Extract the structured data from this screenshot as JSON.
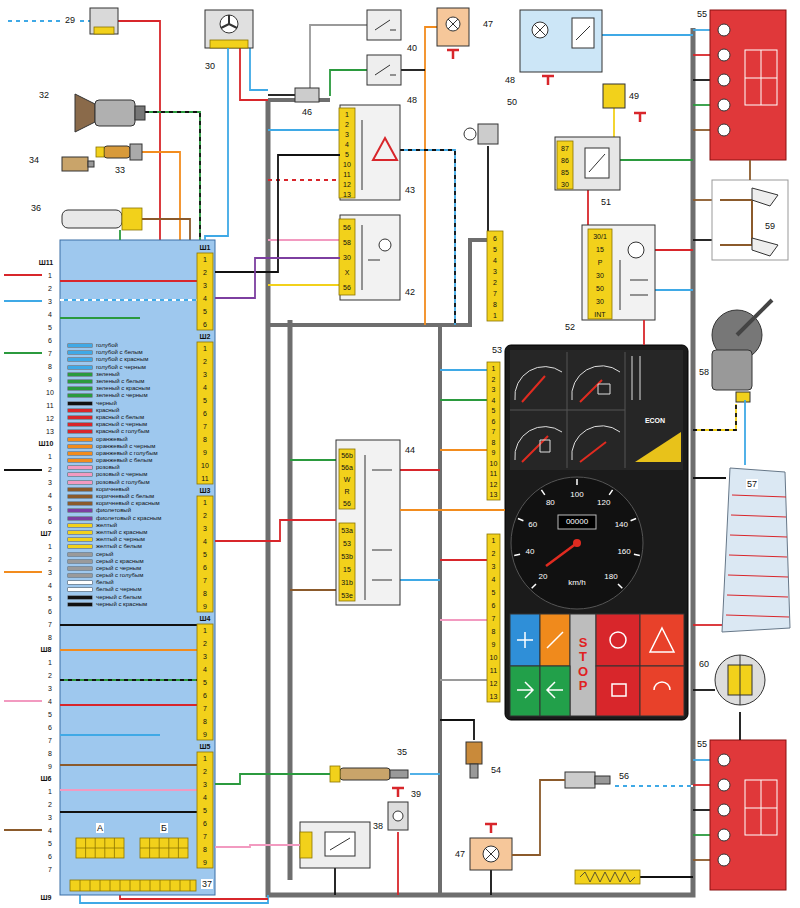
{
  "diagram": {
    "nodes": [
      {
        "text": [
          "29"
        ]
      },
      {
        "text": [
          "30"
        ]
      },
      {
        "text": [
          "40"
        ]
      },
      {
        "text": [
          "47"
        ]
      },
      {
        "text": [
          "48"
        ]
      },
      {
        "text": [
          "55"
        ]
      },
      {
        "text": [
          "32"
        ]
      },
      {
        "text": [
          "48"
        ]
      },
      {
        "text": [
          "46"
        ]
      },
      {
        "text": [
          "50"
        ]
      },
      {
        "text": [
          "49"
        ]
      },
      {
        "text": [
          "43"
        ]
      },
      {
        "text": [
          "34"
        ]
      },
      {
        "text": [
          "33"
        ]
      },
      {
        "text": [
          "51"
        ]
      },
      {
        "text": [
          "36"
        ]
      },
      {
        "text": [
          "59"
        ]
      },
      {
        "text": [
          "42"
        ]
      },
      {
        "text": [
          "37"
        ]
      },
      {
        "text": [
          "А"
        ],
        "in": 18
      },
      {
        "text": [
          "Б"
        ],
        "in": 18
      },
      {
        "text": [
          "52"
        ]
      },
      {
        "text": [
          "58"
        ]
      },
      {
        "text": [
          "53"
        ]
      },
      {
        "text": [
          "44"
        ]
      },
      {
        "text": [
          "57"
        ]
      },
      {
        "text": [
          "60"
        ]
      },
      {
        "text": [
          "55"
        ]
      },
      {
        "text": [
          "35"
        ]
      },
      {
        "text": [
          "54"
        ]
      },
      {
        "text": [
          "56"
        ]
      },
      {
        "text": [
          "39"
        ]
      },
      {
        "text": [
          "38"
        ]
      },
      {
        "text": [
          "47"
        ]
      }
    ],
    "edges": [
      {
        "from": 1,
        "to": 18,
        "arrow": "none"
      },
      {
        "from": 15,
        "to": 18,
        "arrow": "none"
      },
      {
        "from": 11,
        "to": 18,
        "arrow": "none"
      },
      {
        "from": 17,
        "to": 18,
        "arrow": "none"
      },
      {
        "from": 24,
        "to": 18,
        "arrow": "none"
      },
      {
        "from": 23,
        "to": 24,
        "arrow": "none"
      },
      {
        "from": 21,
        "to": 23,
        "arrow": "none"
      },
      {
        "from": 22,
        "to": 25,
        "arrow": "none"
      },
      {
        "from": 26,
        "to": 27,
        "arrow": "none"
      },
      {
        "from": 30,
        "to": 33,
        "arrow": "none"
      },
      {
        "from": 32,
        "to": 18,
        "arrow": "none"
      },
      {
        "from": 28,
        "to": 18,
        "arrow": "none"
      },
      {
        "from": 5,
        "to": 16,
        "arrow": "none"
      }
    ],
    "labels": [
      "Ш11",
      "1",
      "2",
      "3",
      "4",
      "5",
      "6",
      "7",
      "8",
      "9",
      "10",
      "11",
      "12",
      "13",
      "Ш10",
      "1",
      "2",
      "3",
      "4",
      "5",
      "6",
      "Ш7",
      "1",
      "2",
      "3",
      "4",
      "5",
      "6",
      "7",
      "8",
      "Ш8",
      "1",
      "2",
      "3",
      "4",
      "5",
      "6",
      "7",
      "8",
      "9",
      "Ш6",
      "1",
      "2",
      "3",
      "4",
      "5",
      "6",
      "7",
      "Ш9",
      "Ш1",
      "1",
      "2",
      "3",
      "4",
      "5",
      "6",
      "Ш2",
      "1",
      "2",
      "3",
      "4",
      "5",
      "6",
      "7",
      "8",
      "9",
      "10",
      "11",
      "Ш3",
      "1",
      "2",
      "3",
      "4",
      "5",
      "6",
      "7",
      "8",
      "9",
      "Ш4",
      "1",
      "2",
      "3",
      "4",
      "5",
      "6",
      "7",
      "8",
      "9",
      "Ш5",
      "1",
      "2",
      "3",
      "4",
      "5",
      "6",
      "7",
      "8",
      "9",
      "1",
      "2",
      "3",
      "4",
      "5",
      "10",
      "11",
      "12",
      "13",
      "56",
      "58",
      "30",
      "X",
      "56",
      "56b",
      "56a",
      "W",
      "R",
      "56",
      "53a",
      "53",
      "53b",
      "15",
      "31b",
      "53e",
      "6",
      "5",
      "4",
      "3",
      "2",
      "7",
      "8",
      "1",
      "30/1",
      "15",
      "P",
      "30",
      "50",
      "30",
      "INT",
      "87",
      "86",
      "85",
      "30",
      "1",
      "2",
      "3",
      "4",
      "5",
      "6",
      "7",
      "8",
      "9",
      "10",
      "11",
      "12",
      "13",
      "1",
      "2",
      "3",
      "4",
      "5",
      "6",
      "7",
      "8",
      "9",
      "10",
      "11",
      "12",
      "13",
      "20",
      "40",
      "60",
      "80",
      "100",
      "120",
      "140",
      "160",
      "180",
      "00000",
      "km/h",
      "ECON",
      "STOP"
    ],
    "legend": [
      {
        "text": "голубой",
        "color": "#3fa9e6"
      },
      {
        "text": "голубой с белым",
        "color": "#3fa9e6"
      },
      {
        "text": "голубой с красным",
        "color": "#3fa9e6"
      },
      {
        "text": "голубой с черным",
        "color": "#3fa9e6"
      },
      {
        "text": "зеленый",
        "color": "#2b9a3e"
      },
      {
        "text": "зеленый с белым",
        "color": "#2b9a3e"
      },
      {
        "text": "зеленый с красным",
        "color": "#2b9a3e"
      },
      {
        "text": "зеленый с черным",
        "color": "#2b9a3e"
      },
      {
        "text": "черный",
        "color": "#111111"
      },
      {
        "text": "красный",
        "color": "#d8262b"
      },
      {
        "text": "красный с белым",
        "color": "#d8262b"
      },
      {
        "text": "красный с черным",
        "color": "#d8262b"
      },
      {
        "text": "красный с голубым",
        "color": "#d8262b"
      },
      {
        "text": "оранжевый",
        "color": "#f28c1e"
      },
      {
        "text": "оранжевый с черным",
        "color": "#f28c1e"
      },
      {
        "text": "оранжевый с голубым",
        "color": "#f28c1e"
      },
      {
        "text": "оранжевый с белым",
        "color": "#f28c1e"
      },
      {
        "text": "розовый",
        "color": "#f29ac0"
      },
      {
        "text": "розовый с черным",
        "color": "#f29ac0"
      },
      {
        "text": "розовый с голубым",
        "color": "#f29ac0"
      },
      {
        "text": "коричневый",
        "color": "#8b5a2b"
      },
      {
        "text": "коричневый с белым",
        "color": "#8b5a2b"
      },
      {
        "text": "коричневый с красным",
        "color": "#8b5a2b"
      },
      {
        "text": "фиолетовый",
        "color": "#7d3fa0"
      },
      {
        "text": "фиолетовый с красным",
        "color": "#7d3fa0"
      },
      {
        "text": "желтый",
        "color": "#f2d11b"
      },
      {
        "text": "желтый с красным",
        "color": "#f2d11b"
      },
      {
        "text": "желтый с черным",
        "color": "#f2d11b"
      },
      {
        "text": "желтый с белым",
        "color": "#f2d11b"
      },
      {
        "text": "серый",
        "color": "#9a9a9a"
      },
      {
        "text": "серый с красным",
        "color": "#9a9a9a"
      },
      {
        "text": "серый с черным",
        "color": "#9a9a9a"
      },
      {
        "text": "серый с голубым",
        "color": "#9a9a9a"
      },
      {
        "text": "белый",
        "color": "#ffffff"
      },
      {
        "text": "белый с черным",
        "color": "#ffffff"
      },
      {
        "text": "черный с белым",
        "color": "#111111"
      },
      {
        "text": "черный с красным",
        "color": "#111111"
      }
    ]
  }
}
